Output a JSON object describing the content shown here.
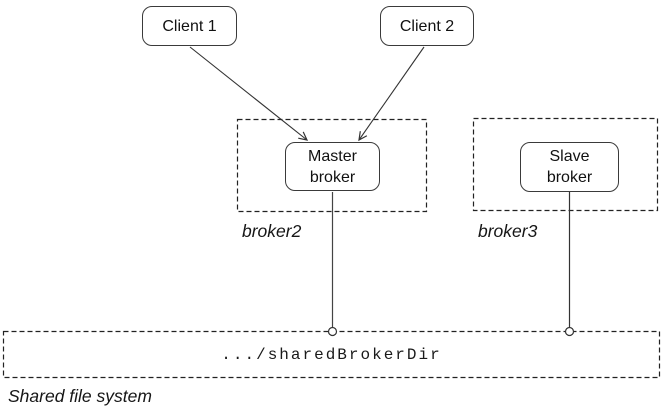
{
  "diagram": {
    "clients": [
      {
        "label": "Client 1"
      },
      {
        "label": "Client 2"
      }
    ],
    "broker_groups": [
      {
        "node_label": "Master broker",
        "group_label": "broker2"
      },
      {
        "node_label": "Slave broker",
        "group_label": "broker3"
      }
    ],
    "shared_storage": {
      "path": ".../sharedBrokerDir",
      "caption": "Shared file system"
    },
    "colors": {
      "line": "#333333",
      "border": "#3a3a3a",
      "dashed_border": "#222222",
      "background": "#ffffff",
      "text": "#111111"
    }
  }
}
